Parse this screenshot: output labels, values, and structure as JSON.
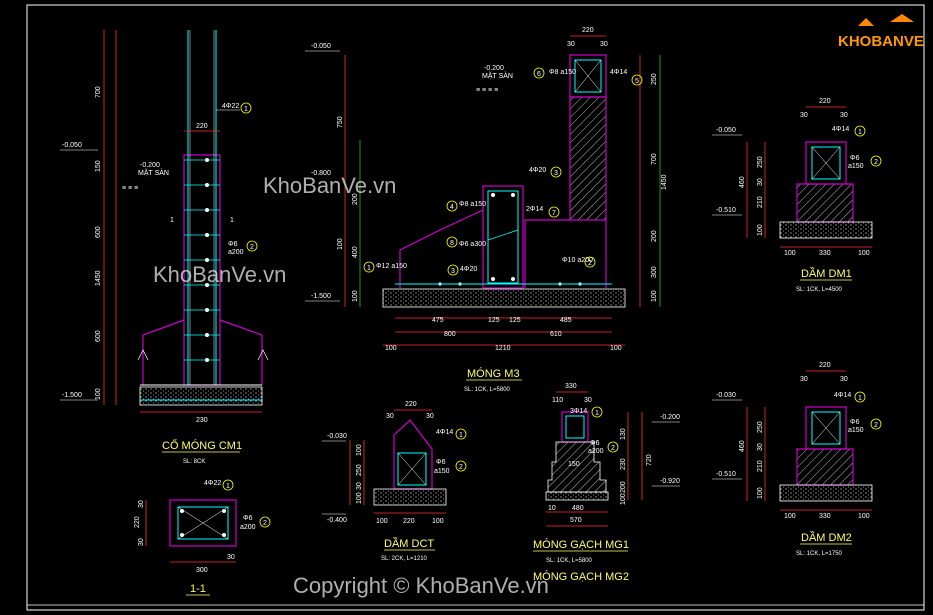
{
  "logo": {
    "text": "KHOBANVE"
  },
  "watermarks": [
    "KhoBanVe.vn",
    "KhoBanVe.vn"
  ],
  "copyright": "Copyright © KhoBanVe.vn",
  "colors": {
    "background": "#000000",
    "frame": "#ffffff",
    "concrete": "#cc00cc",
    "rebar": "#00ffff",
    "dimension_red": "#ff3030",
    "dimension_green": "#33ff33",
    "title": "#ffff66"
  },
  "cm1": {
    "title": "CỔ MÓNG CM1",
    "subtitle": "SL: 8CK",
    "levels": [
      "-0.050",
      "-0.200",
      "-1.500"
    ],
    "ground_label": "MẶT SÀN",
    "dims_vertical": [
      "700",
      "150",
      "600",
      "1450",
      "600",
      "100"
    ],
    "dims_horizontal": [
      "220",
      "230"
    ],
    "rebar_main": "4Φ22",
    "rebar_main_no": "1",
    "rebar_stirrup": "Φ6",
    "rebar_stirrup_spacing": "a200",
    "rebar_stirrup_no": "2",
    "section_marks": [
      "1",
      "1"
    ]
  },
  "section11": {
    "title": "1-1",
    "rebar_main": "4Φ22",
    "rebar_main_no": "1",
    "rebar_stirrup": "Φ6",
    "rebar_stirrup_spacing": "a200",
    "rebar_stirrup_no": "2",
    "dims": [
      "30",
      "220",
      "30",
      "300",
      "30"
    ]
  },
  "m3": {
    "title": "MÓNG M3",
    "subtitle": "SL: 1CK, L=5800",
    "levels": [
      "-0.050",
      "-0.200",
      "-0.800",
      "-1.500"
    ],
    "ground_label": "MẶT SÀN",
    "dims_top": [
      "220",
      "30",
      "30"
    ],
    "dims_left": [
      "750",
      "200",
      "400",
      "100",
      "100"
    ],
    "dims_right": [
      "250",
      "700",
      "1450",
      "200",
      "300",
      "100"
    ],
    "dims_bottom_row1": [
      "475",
      "125",
      "125",
      "485"
    ],
    "dims_bottom_row2": [
      "800",
      "610"
    ],
    "dims_bottom_row3": [
      "100",
      "1210",
      "100"
    ],
    "rebars": [
      {
        "no": "6",
        "text": "Φ8 a150"
      },
      {
        "no": "5",
        "text": "4Φ14"
      },
      {
        "no": "4",
        "text": "Φ8 a150"
      },
      {
        "no": "3",
        "text": "4Φ20"
      },
      {
        "no": "7",
        "text": "2Φ14"
      },
      {
        "no": "8",
        "text": "Φ6 a300"
      },
      {
        "no": "1",
        "text": "Φ12 a150"
      },
      {
        "no": "2",
        "text": "Φ10 a200"
      },
      {
        "no": "3",
        "text": "4Φ20"
      }
    ]
  },
  "dm1": {
    "title": "DẦM DM1",
    "subtitle": "SL: 1CK, L=4500",
    "levels": [
      "-0.050",
      "-0.510"
    ],
    "dims_top": [
      "220",
      "30",
      "30"
    ],
    "dims_left": [
      "250",
      "30",
      "460",
      "210",
      "100"
    ],
    "dims_bottom": [
      "100",
      "330",
      "100"
    ],
    "rebar_main": "4Φ14",
    "rebar_main_no": "1",
    "rebar_stirrup": "Φ6",
    "rebar_stirrup_spacing": "a150",
    "rebar_stirrup_no": "2"
  },
  "dm2": {
    "title": "DẦM DM2",
    "subtitle": "SL: 1CK, L=1750",
    "levels": [
      "-0.030",
      "-0.510"
    ],
    "dims_top": [
      "220",
      "30",
      "30"
    ],
    "dims_left": [
      "250",
      "30",
      "460",
      "210",
      "100"
    ],
    "dims_bottom": [
      "100",
      "330",
      "100"
    ],
    "rebar_main": "4Φ14",
    "rebar_main_no": "1",
    "rebar_stirrup": "Φ6",
    "rebar_stirrup_spacing": "a150",
    "rebar_stirrup_no": "2"
  },
  "dct": {
    "title": "DẦM DCT",
    "subtitle": "SL: 2CK, L=1210",
    "levels": [
      "-0.030",
      "-0.400"
    ],
    "dims_top": [
      "220",
      "30",
      "30"
    ],
    "dims_left": [
      "100",
      "250",
      "30",
      "100"
    ],
    "dims_bottom": [
      "100",
      "220",
      "100"
    ],
    "rebar_main": "4Φ14",
    "rebar_main_no": "1",
    "rebar_stirrup": "Φ6",
    "rebar_stirrup_spacing": "a150",
    "rebar_stirrup_no": "2"
  },
  "mg1": {
    "title": "MÓNG GẠCH MG1",
    "subtitle": "SL: 1CK, L=5800",
    "title2": "MÓNG GẠCH MG2",
    "levels": [
      "-0.200",
      "-0.920"
    ],
    "dims_top": [
      "330",
      "110",
      "30"
    ],
    "dims_right": [
      "130",
      "230",
      "200",
      "100",
      "720"
    ],
    "dims_bottom": [
      "10",
      "480",
      "570"
    ],
    "rebar_main": "3Φ14",
    "rebar_main_no": "1",
    "rebar_stirrup": "Φ6",
    "rebar_stirrup_spacing": "a200",
    "rebar_stirrup_no": "2",
    "inner_label": "150"
  }
}
